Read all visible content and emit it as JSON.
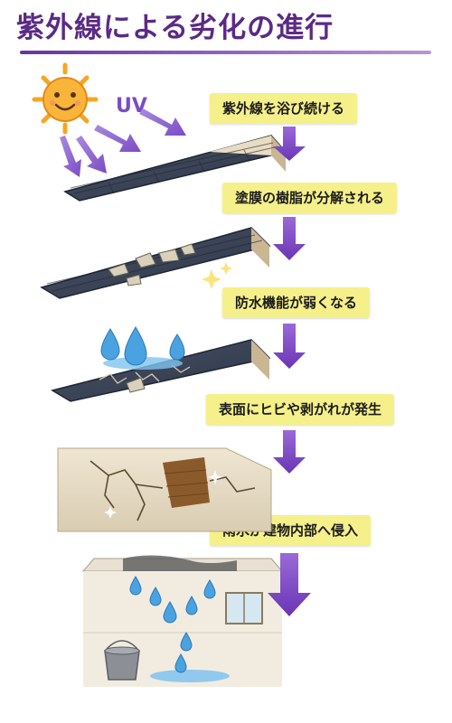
{
  "title": "紫外線による劣化の進行",
  "uv_label": "UV",
  "steps": [
    {
      "label": "紫外線を浴び続ける"
    },
    {
      "label": "塗膜の樹脂が分解される"
    },
    {
      "label": "防水機能が弱くなる"
    },
    {
      "label": "表面にヒビや剥がれが発生"
    },
    {
      "label": "雨水が建物内部へ侵入"
    }
  ],
  "colors": {
    "title": "#5b2a86",
    "label_bg": "#f6f08a",
    "arrow": "#7b45c2",
    "roof": "#3b4558",
    "water": "#4aa3e0",
    "sun": "#f6a623"
  }
}
